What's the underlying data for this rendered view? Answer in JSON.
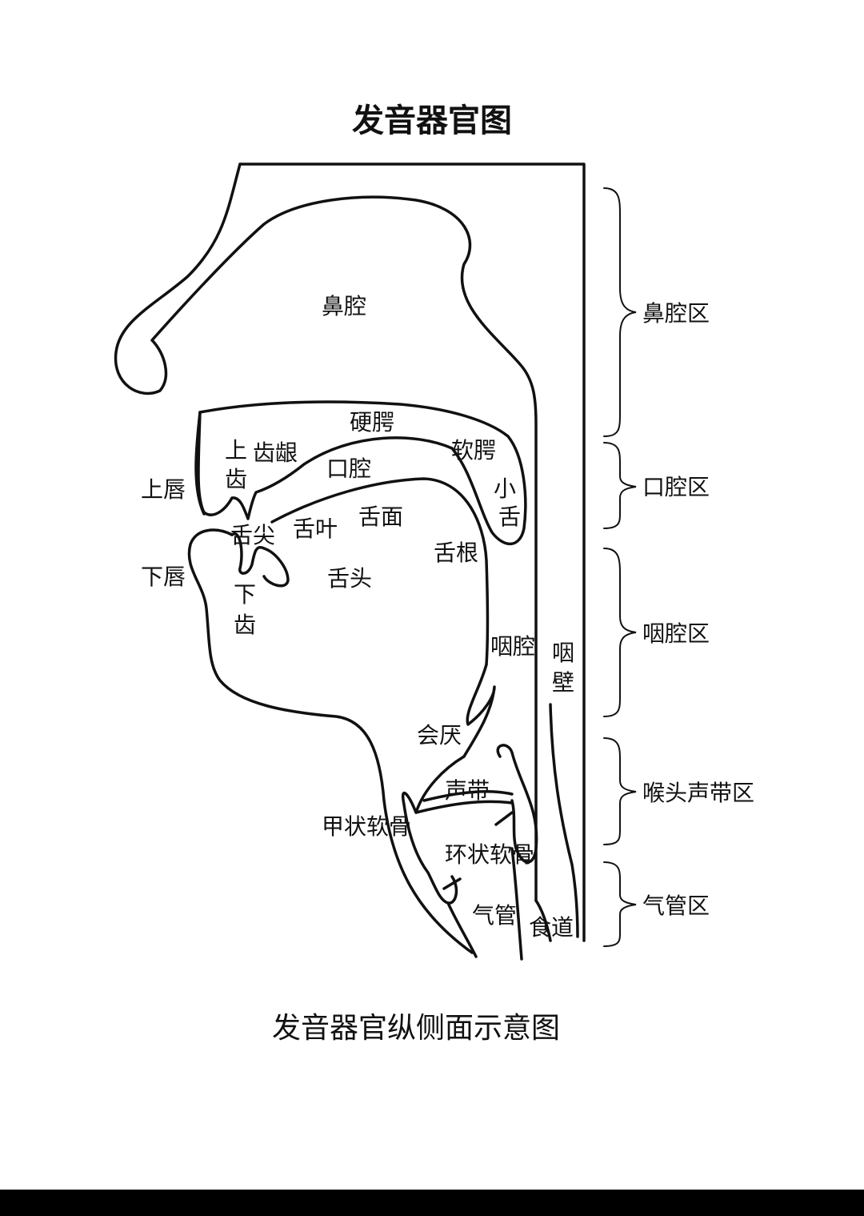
{
  "title": "发音器官图",
  "caption": "发音器官纵侧面示意图",
  "labels": {
    "nasal_cavity": "鼻腔",
    "hard_palate": "硬腭",
    "upper_teeth_a": "上",
    "upper_teeth_b": "齿",
    "gums": "齿龈",
    "soft_palate": "软腭",
    "oral_cavity": "口腔",
    "uvula_a": "小",
    "uvula_b": "舌",
    "upper_lip": "上唇",
    "lower_lip": "下唇",
    "tongue_tip": "舌尖",
    "tongue_blade": "舌叶",
    "tongue_surface": "舌面",
    "tongue_root": "舌根",
    "tongue_head": "舌头",
    "lower_teeth_a": "下",
    "lower_teeth_b": "齿",
    "pharynx": "咽腔",
    "pharyngeal_wall_a": "咽",
    "pharyngeal_wall_b": "壁",
    "epiglottis": "会厌",
    "vocal_cords": "声带",
    "thyroid_cartilage": "甲状软骨",
    "cricoid_cartilage": "环状软骨",
    "trachea": "气管",
    "esophagus": "食道"
  },
  "zones": {
    "nasal": "鼻腔区",
    "oral": "口腔区",
    "pharyngeal": "咽腔区",
    "laryngeal": "喉头声带区",
    "tracheal": "气管区"
  }
}
